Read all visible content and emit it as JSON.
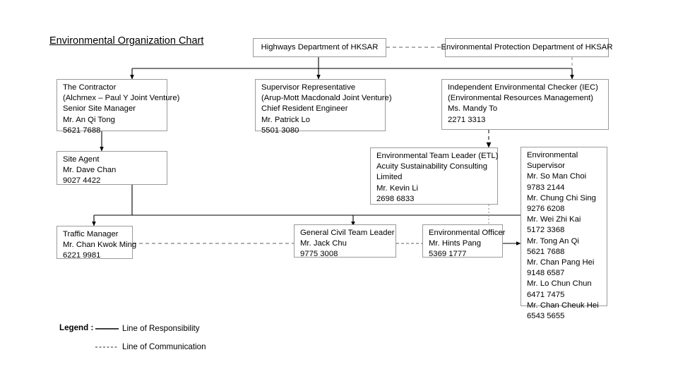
{
  "title": "Environmental Organization Chart",
  "nodes": {
    "highways": {
      "lines": [
        "Highways Department of HKSAR"
      ]
    },
    "epd": {
      "lines": [
        "Environmental Protection Department of HKSAR"
      ]
    },
    "contractor": {
      "lines": [
        "The Contractor",
        "(Alchmex – Paul Y Joint Venture)",
        "Senior Site Manager",
        "Mr. An Qi Tong",
        "5621 7688"
      ]
    },
    "supervisor_rep": {
      "lines": [
        "Supervisor Representative",
        "(Arup-Mott Macdonald Joint Venture)",
        "Chief Resident Engineer",
        "Mr. Patrick Lo",
        "5501 3080"
      ]
    },
    "iec": {
      "lines": [
        "Independent Environmental Checker (IEC)",
        "(Environmental Resources Management)",
        "Ms. Mandy To",
        "2271 3313"
      ]
    },
    "site_agent": {
      "lines": [
        "Site Agent",
        "Mr. Dave Chan",
        "9027 4422"
      ]
    },
    "etl": {
      "lines": [
        "Environmental Team Leader (ETL)",
        "Acuity Sustainability Consulting",
        "Limited",
        "Mr. Kevin Li",
        "2698 6833"
      ]
    },
    "env_supervisor": {
      "lines": [
        "Environmental",
        "Supervisor",
        "Mr. So Man Choi",
        "9783 2144",
        "Mr. Chung Chi Sing",
        "9276 6208",
        "Mr. Wei Zhi Kai",
        "5172 3368",
        "Mr. Tong An Qi",
        "5621 7688",
        "Mr. Chan Pang Hei",
        "9148 6587",
        "Mr. Lo Chun Chun",
        "6471 7475",
        "Mr. Chan Cheuk Hei",
        "6543 5655"
      ]
    },
    "traffic_manager": {
      "lines": [
        "Traffic Manager",
        "Mr. Chan Kwok Ming",
        "6221 9981"
      ]
    },
    "civil_team_leader": {
      "lines": [
        "General Civil Team Leader",
        "Mr. Jack Chu",
        "9775 3008"
      ]
    },
    "env_officer": {
      "lines": [
        "Environmental Officer",
        "Mr. Hints Pang",
        "5369 1777"
      ]
    }
  },
  "legend": {
    "heading": "Legend :",
    "responsibility": "Line of Responsibility",
    "communication": "Line of Communication"
  },
  "colors": {
    "border": "#9a9a9a",
    "solid_line": "#000000",
    "dashed_line": "#7f7f7f",
    "text": "#000000",
    "background": "#ffffff"
  }
}
